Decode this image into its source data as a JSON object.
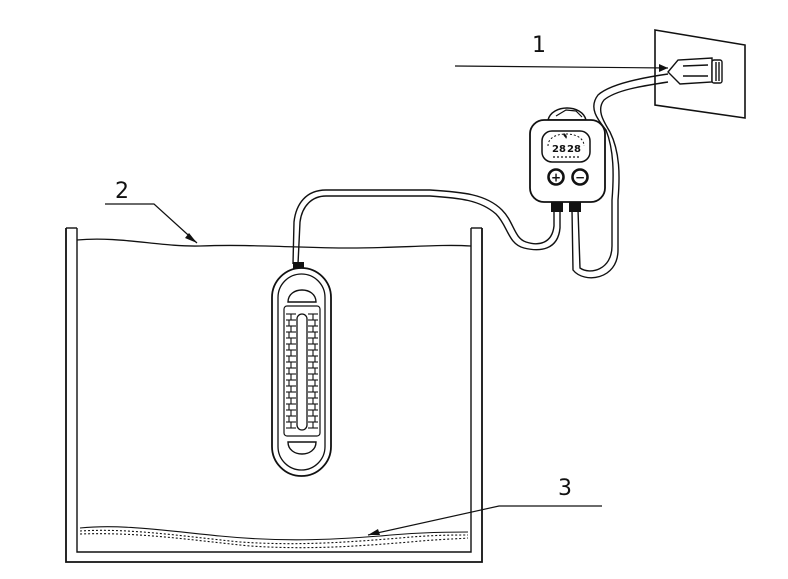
{
  "callouts": {
    "one": "1",
    "two": "2",
    "three": "3"
  },
  "controller": {
    "display_left": "28",
    "display_right": "28",
    "plus_symbol": "+",
    "minus_symbol": "−"
  },
  "icons": {
    "wall_outlet": "wall-outlet-icon",
    "plug": "plug-icon",
    "controller": "temperature-controller-icon",
    "heater": "submersible-heater-icon",
    "tank": "aquarium-tank-icon"
  },
  "colors": {
    "line": "#111111",
    "background": "#ffffff"
  }
}
